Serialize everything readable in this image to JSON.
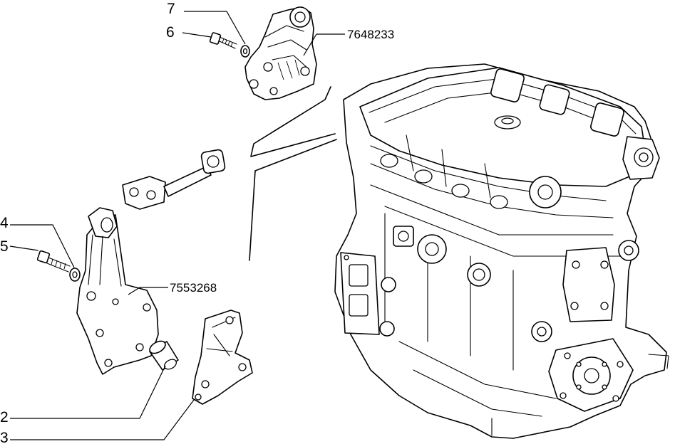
{
  "callouts": {
    "n7": "7",
    "n6": "6",
    "n4": "4",
    "n5": "5",
    "n2": "2",
    "n3": "3"
  },
  "part_numbers": {
    "upper_bracket": "7648233",
    "lower_bracket": "7553268"
  }
}
